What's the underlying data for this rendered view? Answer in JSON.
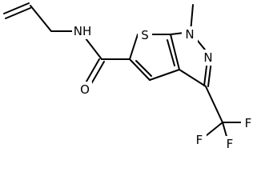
{
  "molecule": {
    "atoms": {
      "nh": "NH",
      "s": "S",
      "n1": "N",
      "n2": "N",
      "o": "O",
      "f_top": "F",
      "f_right": "F",
      "f_bottom": "F"
    },
    "substituents": {
      "methyl": "CH3 (on N1)",
      "allyl": "CH2=CH-CH2 (on amide N)",
      "trifluoromethyl": "CF3"
    }
  }
}
